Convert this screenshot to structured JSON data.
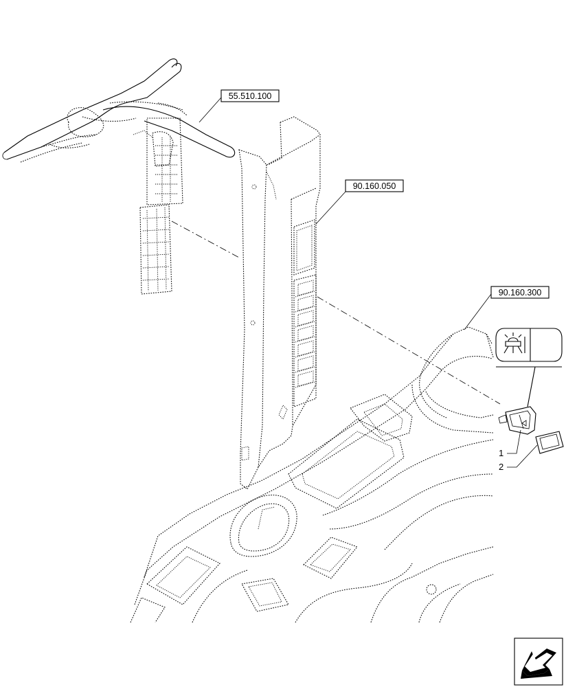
{
  "references": {
    "ref_harness": "55.510.100",
    "ref_pillar": "90.160.050",
    "ref_dashboard": "90.160.300"
  },
  "callouts": {
    "item_1": "1",
    "item_2": "2"
  },
  "icons": {
    "lamp_symbol": "work-lamp-icon",
    "nav": "next-page-arrow-icon"
  }
}
